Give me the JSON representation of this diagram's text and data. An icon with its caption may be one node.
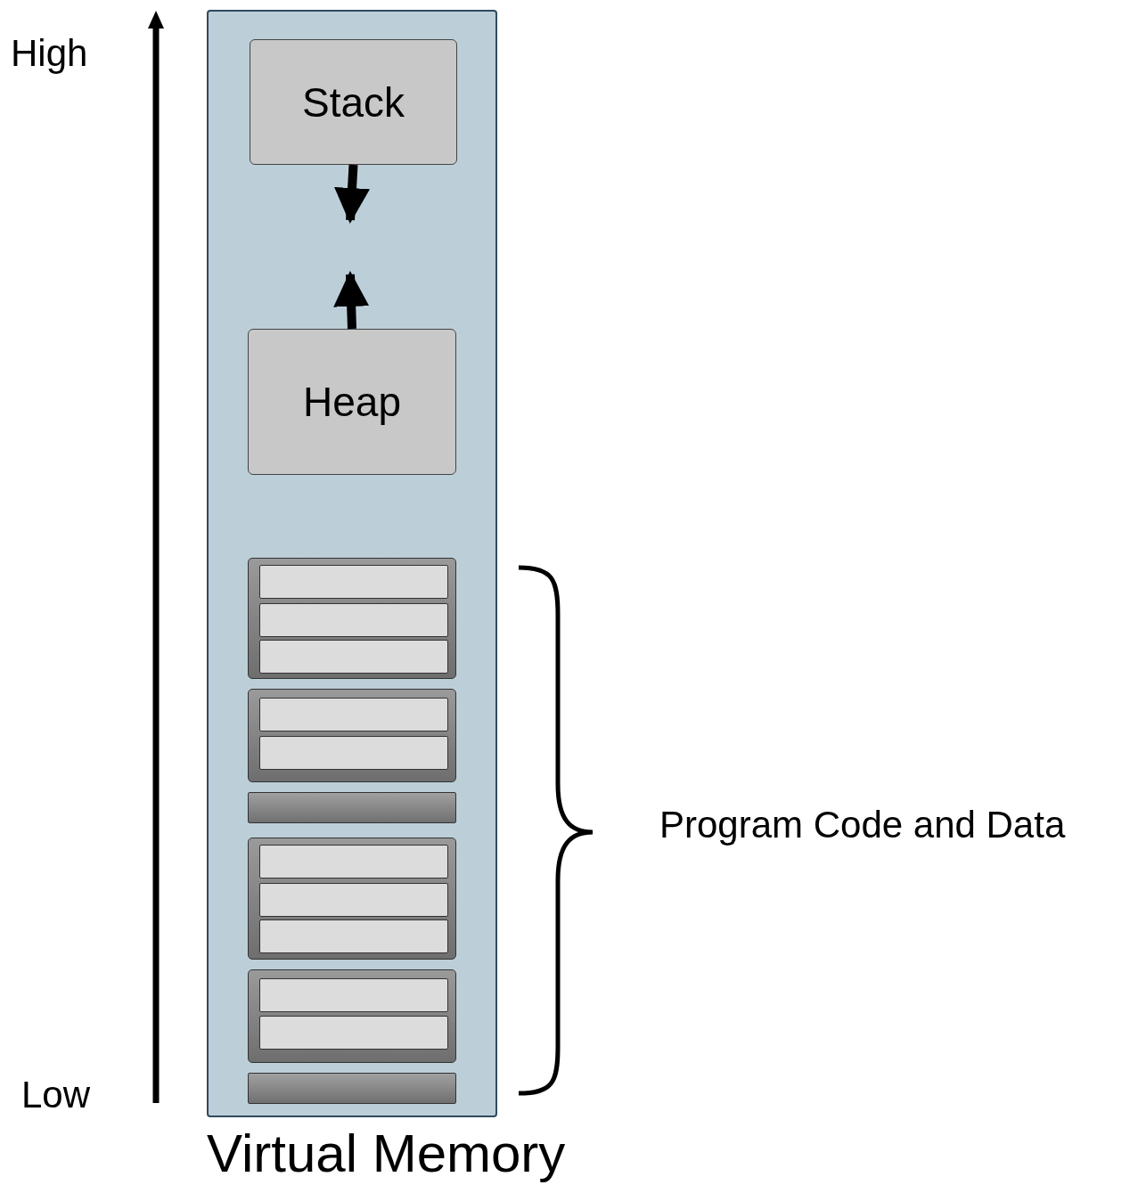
{
  "diagram": {
    "nodes": [
      {
        "text": [
          "Virtual Memory"
        ]
      },
      {
        "text": [
          "Stack"
        ],
        "in": 0
      },
      {
        "text": [
          "Heap"
        ],
        "in": 0
      },
      {
        "text": [],
        "shape": "box",
        "in": 0
      },
      {
        "text": [],
        "shape": "box",
        "in": 3
      },
      {
        "text": [],
        "shape": "box",
        "in": 3
      },
      {
        "text": [],
        "shape": "box",
        "in": 3
      },
      {
        "text": [],
        "shape": "box",
        "in": 0
      },
      {
        "text": [],
        "shape": "box",
        "in": 7
      },
      {
        "text": [],
        "shape": "box",
        "in": 7
      },
      {
        "text": [],
        "shape": "bar",
        "in": 0
      },
      {
        "text": [],
        "shape": "box",
        "in": 0
      },
      {
        "text": [],
        "shape": "box",
        "in": 11
      },
      {
        "text": [],
        "shape": "box",
        "in": 11
      },
      {
        "text": [],
        "shape": "box",
        "in": 11
      },
      {
        "text": [],
        "shape": "box",
        "in": 0
      },
      {
        "text": [],
        "shape": "box",
        "in": 15
      },
      {
        "text": [],
        "shape": "box",
        "in": 15
      },
      {
        "text": [],
        "shape": "bar",
        "in": 0
      }
    ],
    "edges": [
      {
        "from": 1,
        "to": null,
        "arrow": "to"
      },
      {
        "from": 2,
        "to": null,
        "arrow": "to"
      }
    ],
    "labels": [
      "High",
      "Low",
      "Program Code and Data"
    ]
  }
}
